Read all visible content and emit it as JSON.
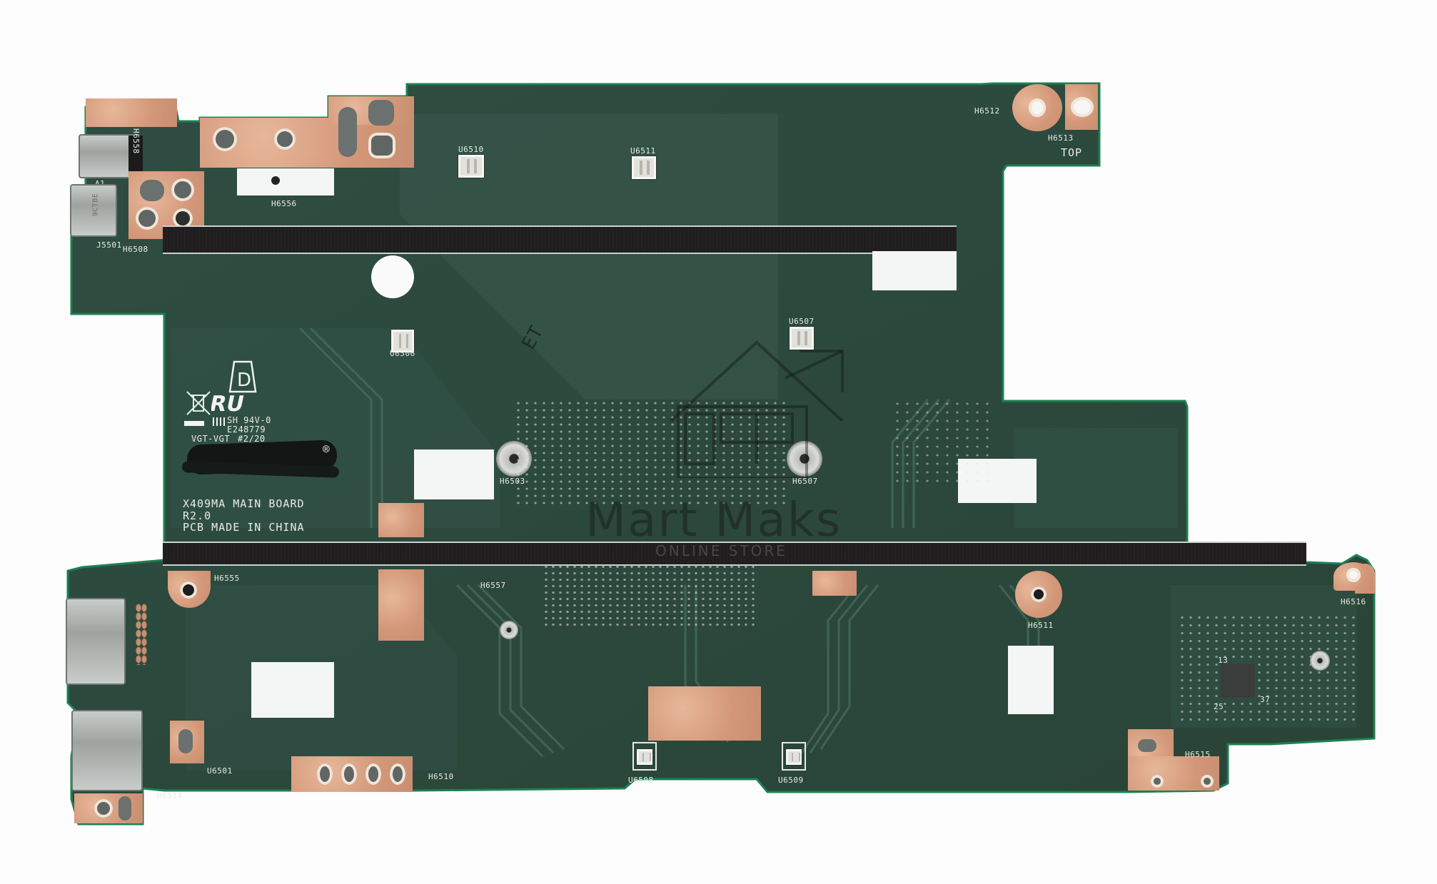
{
  "image": {
    "subject": "Laptop motherboard PCB (bottom side)",
    "board_color": "#2f4d41",
    "copper_color": "#d59a7a",
    "background_color": "#fdfdfd"
  },
  "board_markings": {
    "model": "X409MA MAIN BOARD",
    "revision": "R2.0",
    "origin": "PCB MADE IN CHINA",
    "flammability": "SH 94V-0",
    "ul_file": "E248779",
    "vendor_code": "VGT-VGT",
    "date_code": "#2/20",
    "orientation": "TOP",
    "registered_mark": "®"
  },
  "connectors": {
    "audio_jack_label": "A1",
    "usb_c_label": "J5501",
    "usb_c_marking": "9CTBE"
  },
  "mounting_holes": {
    "h6503": "H6503",
    "h6507": "H6507",
    "h6508": "H6508",
    "h6510": "H6510",
    "h6511": "H6511",
    "h6512": "H6512",
    "h6513": "H6513",
    "h6514": "H6514",
    "h6515": "H6515",
    "h6516": "H6516",
    "h6555": "H6555",
    "h6556": "H6556",
    "h6557": "H6557",
    "h6558": "H6558"
  },
  "components": {
    "u6501": "U6501",
    "u6506": "U6506",
    "u6507": "U6507",
    "u6508": "U6508",
    "u6509": "U6509",
    "u6510": "U6510",
    "u6511": "U6511",
    "codec_pin_13": "13",
    "codec_pin_25": "25",
    "codec_pin_37": "37",
    "silk_et": "ET"
  },
  "watermark": {
    "brand": "Mart Maks",
    "subtitle": "ONLINE STORE"
  }
}
